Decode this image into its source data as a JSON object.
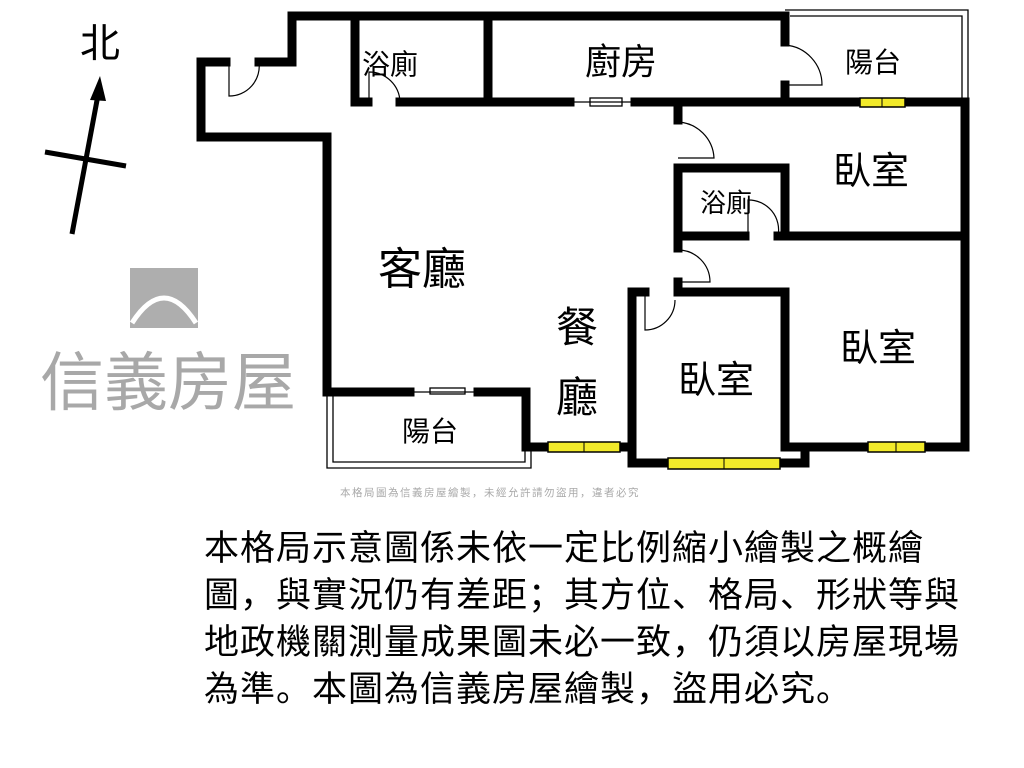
{
  "compass": {
    "label": "北"
  },
  "rooms": {
    "bath_top": "浴廁",
    "kitchen": "廚房",
    "balcony_top": "陽台",
    "bedroom_top": "臥室",
    "bath_mid": "浴廁",
    "living": "客廳",
    "dining_1": "餐",
    "dining_2": "廳",
    "bedroom_mid": "臥室",
    "bedroom_right": "臥室",
    "balcony_bottom": "陽台"
  },
  "watermark": {
    "brand": "信義房屋",
    "notice": "本格局圖為信義房屋繪製，未經允許請勿盜用，違者必究"
  },
  "colors": {
    "window": "#f2ea2a",
    "wall": "#000000",
    "watermark": "#9a9a9a"
  },
  "disclaimer": "本格局示意圖係未依一定比例縮小繪製之概繪圖，與實況仍有差距；其方位、格局、形狀等與地政機關測量成果圖未必一致，仍須以房屋現場為準。本圖為信義房屋繪製，盜用必究。"
}
